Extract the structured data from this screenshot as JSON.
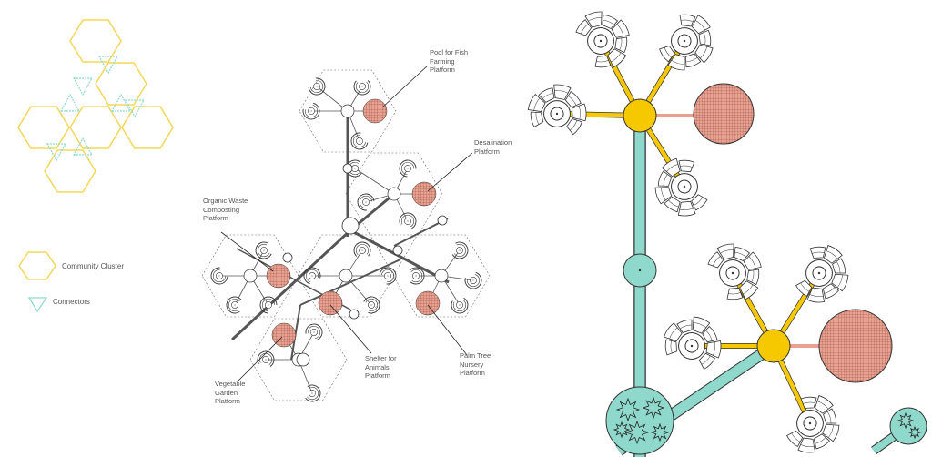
{
  "legend": {
    "community_cluster": "Community Cluster",
    "connectors": "Connectors"
  },
  "labels": {
    "pool": "Pool for Fish\nFarming\nPlatform",
    "desalination": "Desalination\nPlatform",
    "organic": "Organic Waste\nComposting\nPlatform",
    "vegetable": "Vegetable\nGarden\nPlatform",
    "shelter": "Shelter for\nAnimals\nPlatform",
    "palm": "Palm Tree\nNursery\nPlatform"
  },
  "colors": {
    "yellow": "#f5c800",
    "yellow_outline": "#f3d75a",
    "cyan": "#8fd9cc",
    "pink": "#e8a090",
    "line": "#333333"
  }
}
